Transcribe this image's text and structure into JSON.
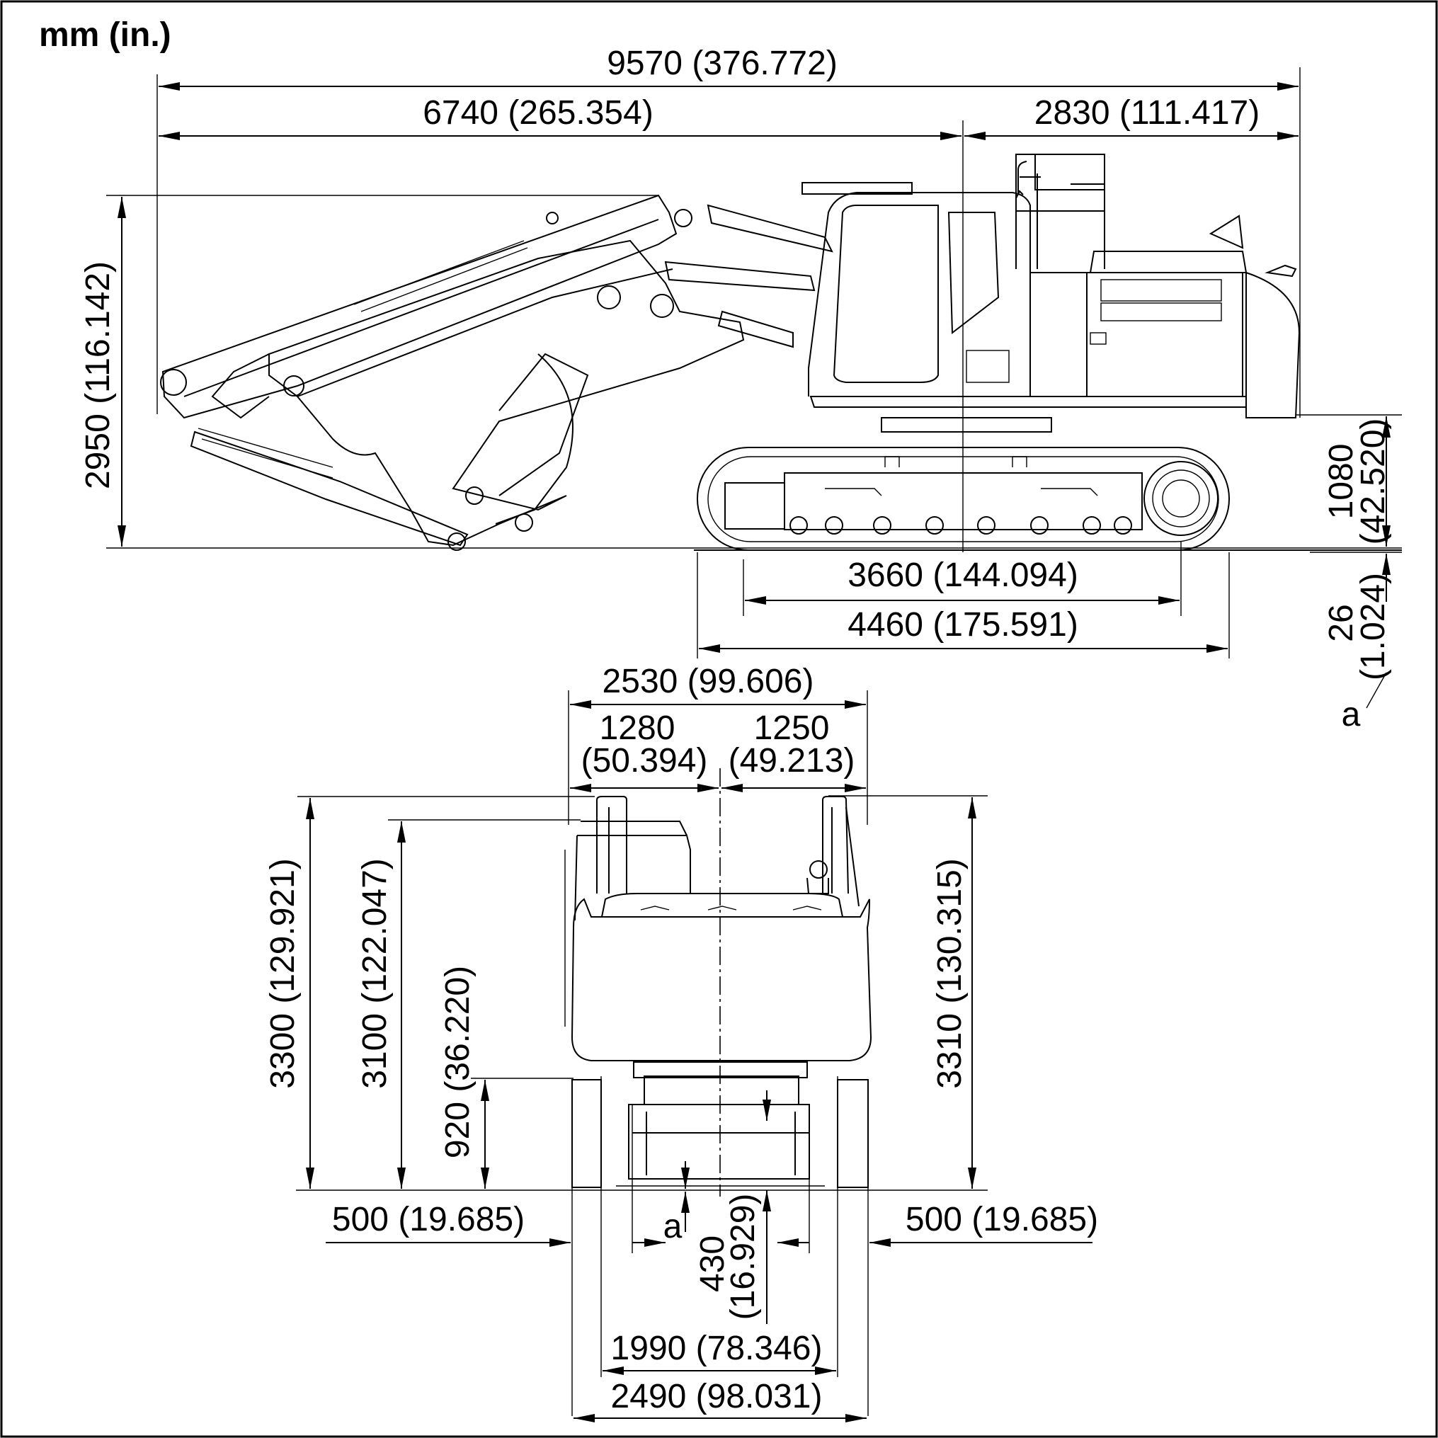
{
  "unit_label": "mm (in.)",
  "side_view": {
    "overall_length": "9570 (376.772)",
    "front_length": "6740 (265.354)",
    "rear_length": "2830 (111.417)",
    "boom_height": "2950 (116.142)",
    "counterweight_clearance_a": "1080",
    "counterweight_clearance_b": "(42.520)",
    "tumbler_distance": "3660 (144.094)",
    "track_length": "4460 (175.591)",
    "grouser_height_a": "26",
    "grouser_height_b": "(1.024)",
    "grouser_marker": "a"
  },
  "front_view": {
    "overall_width": "2530 (99.606)",
    "left_width_a": "1280",
    "left_width_b": "(50.394)",
    "right_width_a": "1250",
    "right_width_b": "(49.213)",
    "handrail_height": "3300 (129.921)",
    "cab_height": "3100 (122.047)",
    "cw_bottom_height": "920 (36.220)",
    "right_rail_height": "3310 (130.315)",
    "shoe_width_left": "500 (19.685)",
    "shoe_width_right": "500 (19.685)",
    "grouser_marker": "a",
    "ground_clearance_a": "430",
    "ground_clearance_b": "(16.929)",
    "track_gauge": "1990 (78.346)",
    "undercarriage_width": "2490 (98.031)"
  }
}
